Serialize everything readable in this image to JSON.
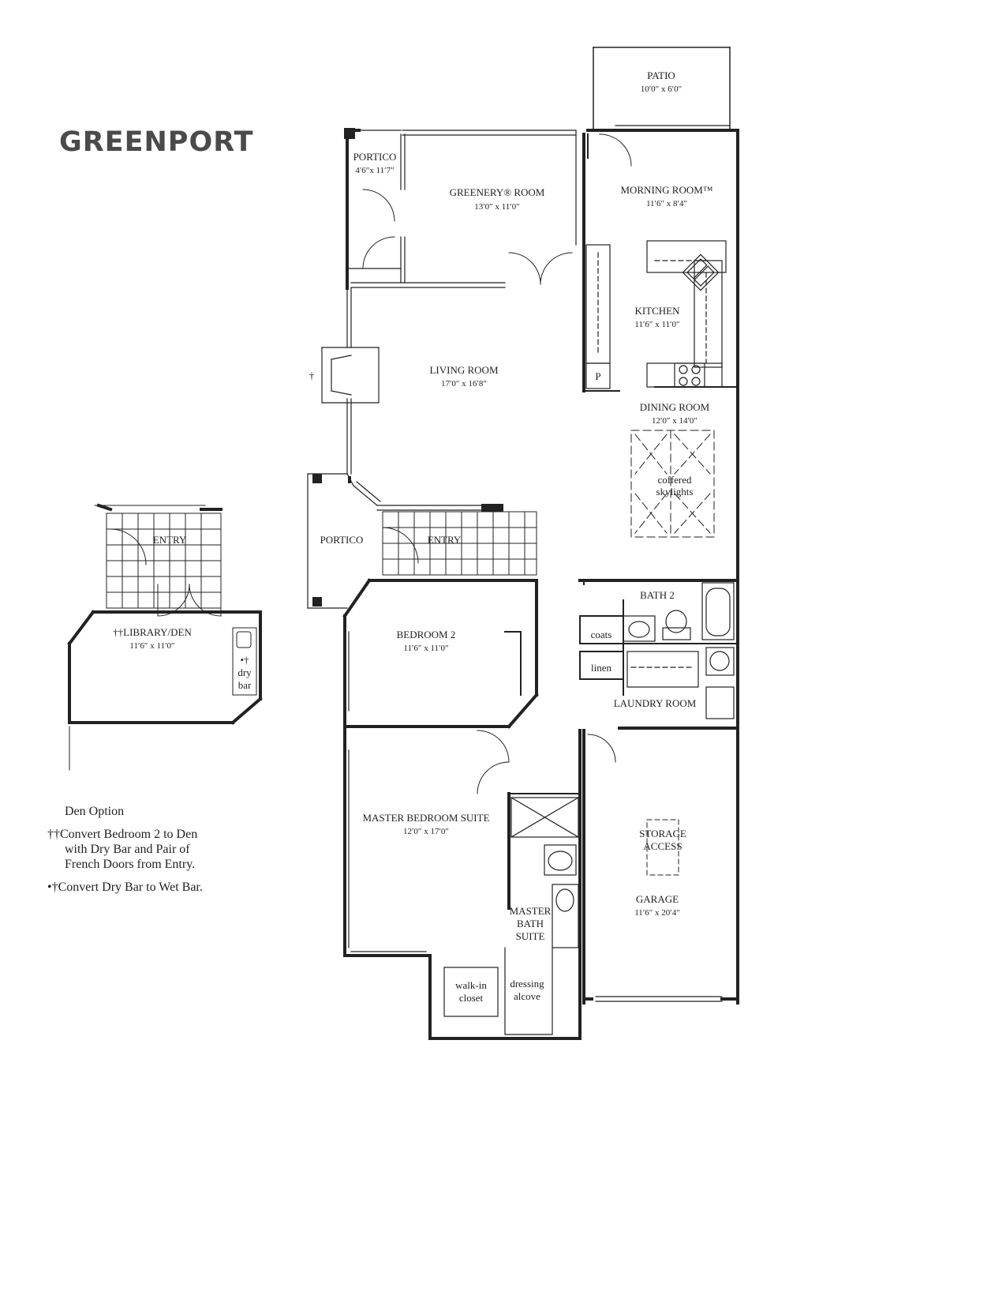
{
  "title": "GREENPORT",
  "rooms": {
    "patio": {
      "name": "PATIO",
      "dims": "10′0″ x 6′0″"
    },
    "portico_top": {
      "name": "PORTICO",
      "dims": "4′6″x 11′7″"
    },
    "greenery": {
      "name": "GREENERY® ROOM",
      "dims": "13′0″ x 11′0″"
    },
    "morning": {
      "name": "MORNING ROOM™",
      "dims": "11′6″ x 8′4″"
    },
    "kitchen": {
      "name": "KITCHEN",
      "dims": "11′6″ x 11′0″"
    },
    "pantry": {
      "name": "P"
    },
    "living": {
      "name": "LIVING ROOM",
      "dims": "17′0″ x 16′8″"
    },
    "dining": {
      "name": "DINING ROOM",
      "dims": "12′0″ x 14′0″"
    },
    "skylights": {
      "line1": "coffered",
      "line2": "skylights"
    },
    "portico_side": {
      "name": "PORTICO"
    },
    "entry": {
      "name": "ENTRY"
    },
    "bath2": {
      "name": "BATH 2"
    },
    "coats": {
      "name": "coats"
    },
    "linen": {
      "name": "linen"
    },
    "laundry": {
      "name": "LAUNDRY ROOM"
    },
    "bedroom2": {
      "name": "BEDROOM 2",
      "dims": "11′6″ x 11′0″"
    },
    "master_bedroom": {
      "name": "MASTER BEDROOM SUITE",
      "dims": "12′0″ x 17′0″"
    },
    "master_bath": {
      "line1": "MASTER",
      "line2": "BATH",
      "line3": "SUITE"
    },
    "walkin": {
      "line1": "walk-in",
      "line2": "closet"
    },
    "dressing": {
      "line1": "dressing",
      "line2": "alcove"
    },
    "storage": {
      "line1": "STORAGE",
      "line2": "ACCESS"
    },
    "garage": {
      "name": "GARAGE",
      "dims": "11′6″ x 20′4″"
    },
    "dagger": "†"
  },
  "den_option": {
    "entry": "ENTRY",
    "library": "††LIBRARY/DEN",
    "library_dims": "11′6″ x 11′0″",
    "dry_mark": "•†",
    "dry": "dry",
    "bar": "bar"
  },
  "notes": {
    "heading": "Den Option",
    "note1_line1": "††Convert Bedroom 2 to Den",
    "note1_line2": "with Dry Bar and Pair of",
    "note1_line3": "French Doors from Entry.",
    "note2": "•†Convert Dry Bar to Wet Bar."
  }
}
